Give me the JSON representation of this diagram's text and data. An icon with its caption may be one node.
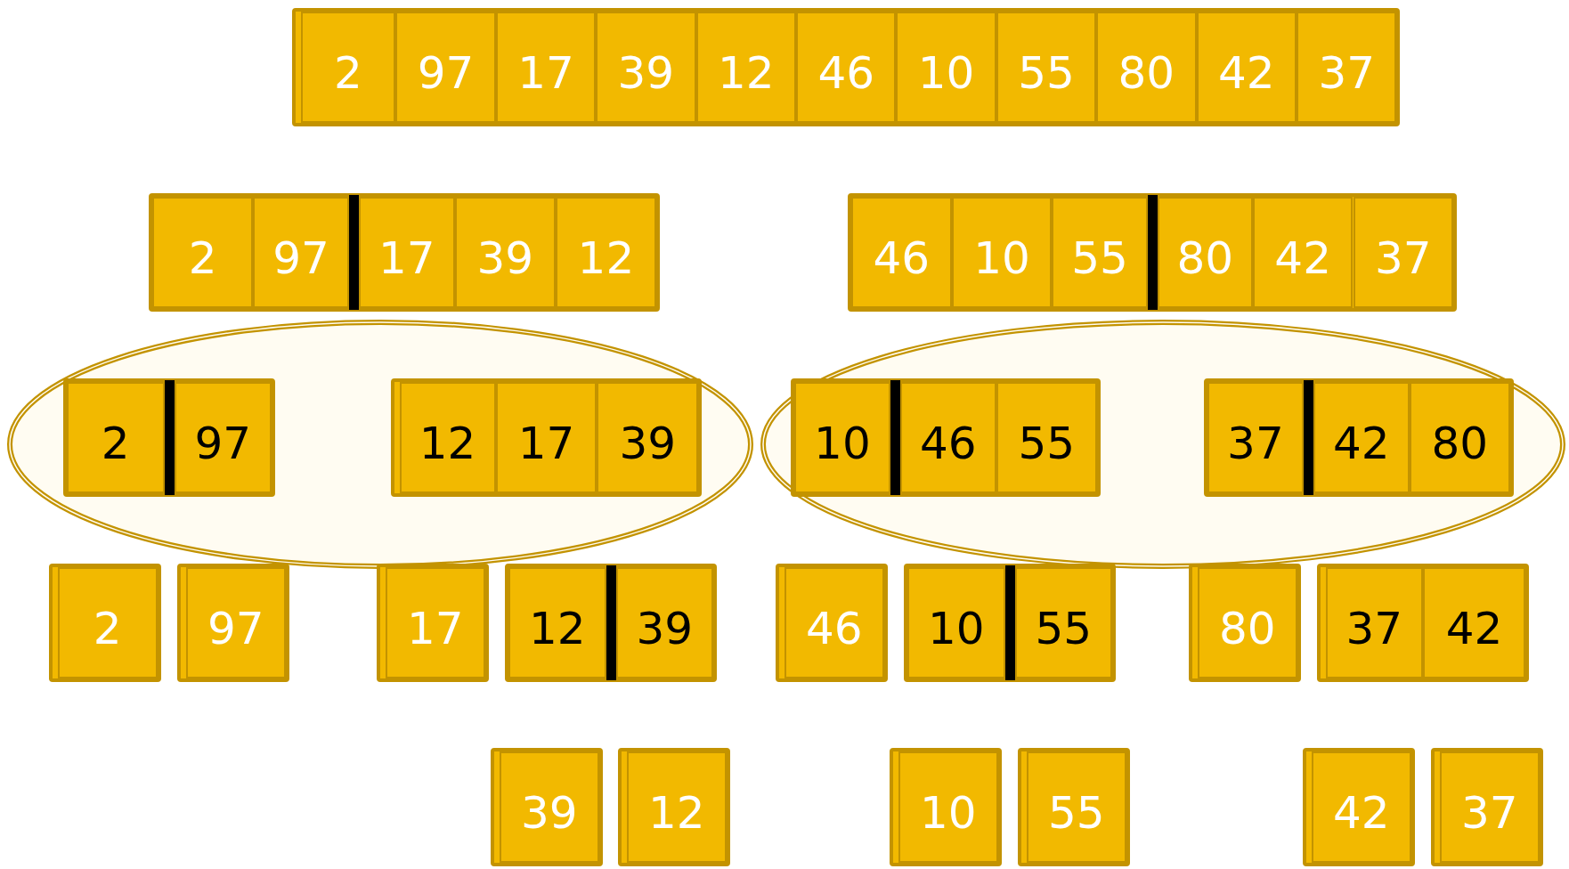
{
  "diagram": {
    "nodes": [
      {
        "text": [
          "2"
        ]
      },
      {
        "text": [
          "97"
        ]
      },
      {
        "text": [
          "17"
        ]
      },
      {
        "text": [
          "39"
        ]
      },
      {
        "text": [
          "12"
        ]
      },
      {
        "text": [
          "46"
        ]
      },
      {
        "text": [
          "10"
        ]
      },
      {
        "text": [
          "55"
        ]
      },
      {
        "text": [
          "80"
        ]
      },
      {
        "text": [
          "42"
        ]
      },
      {
        "text": [
          "37"
        ]
      },
      {
        "text": [
          "2"
        ]
      },
      {
        "text": [
          "97"
        ]
      },
      {
        "text": [
          "17"
        ]
      },
      {
        "text": [
          "39"
        ]
      },
      {
        "text": [
          "12"
        ]
      },
      {
        "text": [
          "46"
        ]
      },
      {
        "text": [
          "10"
        ]
      },
      {
        "text": [
          "55"
        ]
      },
      {
        "text": [
          "80"
        ]
      },
      {
        "text": [
          "42"
        ]
      },
      {
        "text": [
          "37"
        ]
      },
      {
        "text": [
          "2"
        ]
      },
      {
        "text": [
          "97"
        ]
      },
      {
        "text": [
          "12"
        ]
      },
      {
        "text": [
          "17"
        ]
      },
      {
        "text": [
          "39"
        ]
      },
      {
        "text": [
          "10"
        ]
      },
      {
        "text": [
          "46"
        ]
      },
      {
        "text": [
          "55"
        ]
      },
      {
        "text": [
          "37"
        ]
      },
      {
        "text": [
          "42"
        ]
      },
      {
        "text": [
          "80"
        ]
      },
      {
        "text": [
          "2"
        ]
      },
      {
        "text": [
          "97"
        ]
      },
      {
        "text": [
          "17"
        ]
      },
      {
        "text": [
          "12"
        ]
      },
      {
        "text": [
          "39"
        ]
      },
      {
        "text": [
          "46"
        ]
      },
      {
        "text": [
          "10"
        ]
      },
      {
        "text": [
          "55"
        ]
      },
      {
        "text": [
          "80"
        ]
      },
      {
        "text": [
          "37"
        ]
      },
      {
        "text": [
          "42"
        ]
      },
      {
        "text": [
          "39"
        ]
      },
      {
        "text": [
          "12"
        ]
      },
      {
        "text": [
          "10"
        ]
      },
      {
        "text": [
          "55"
        ]
      },
      {
        "text": [
          "42"
        ]
      },
      {
        "text": [
          "37"
        ]
      }
    ]
  }
}
